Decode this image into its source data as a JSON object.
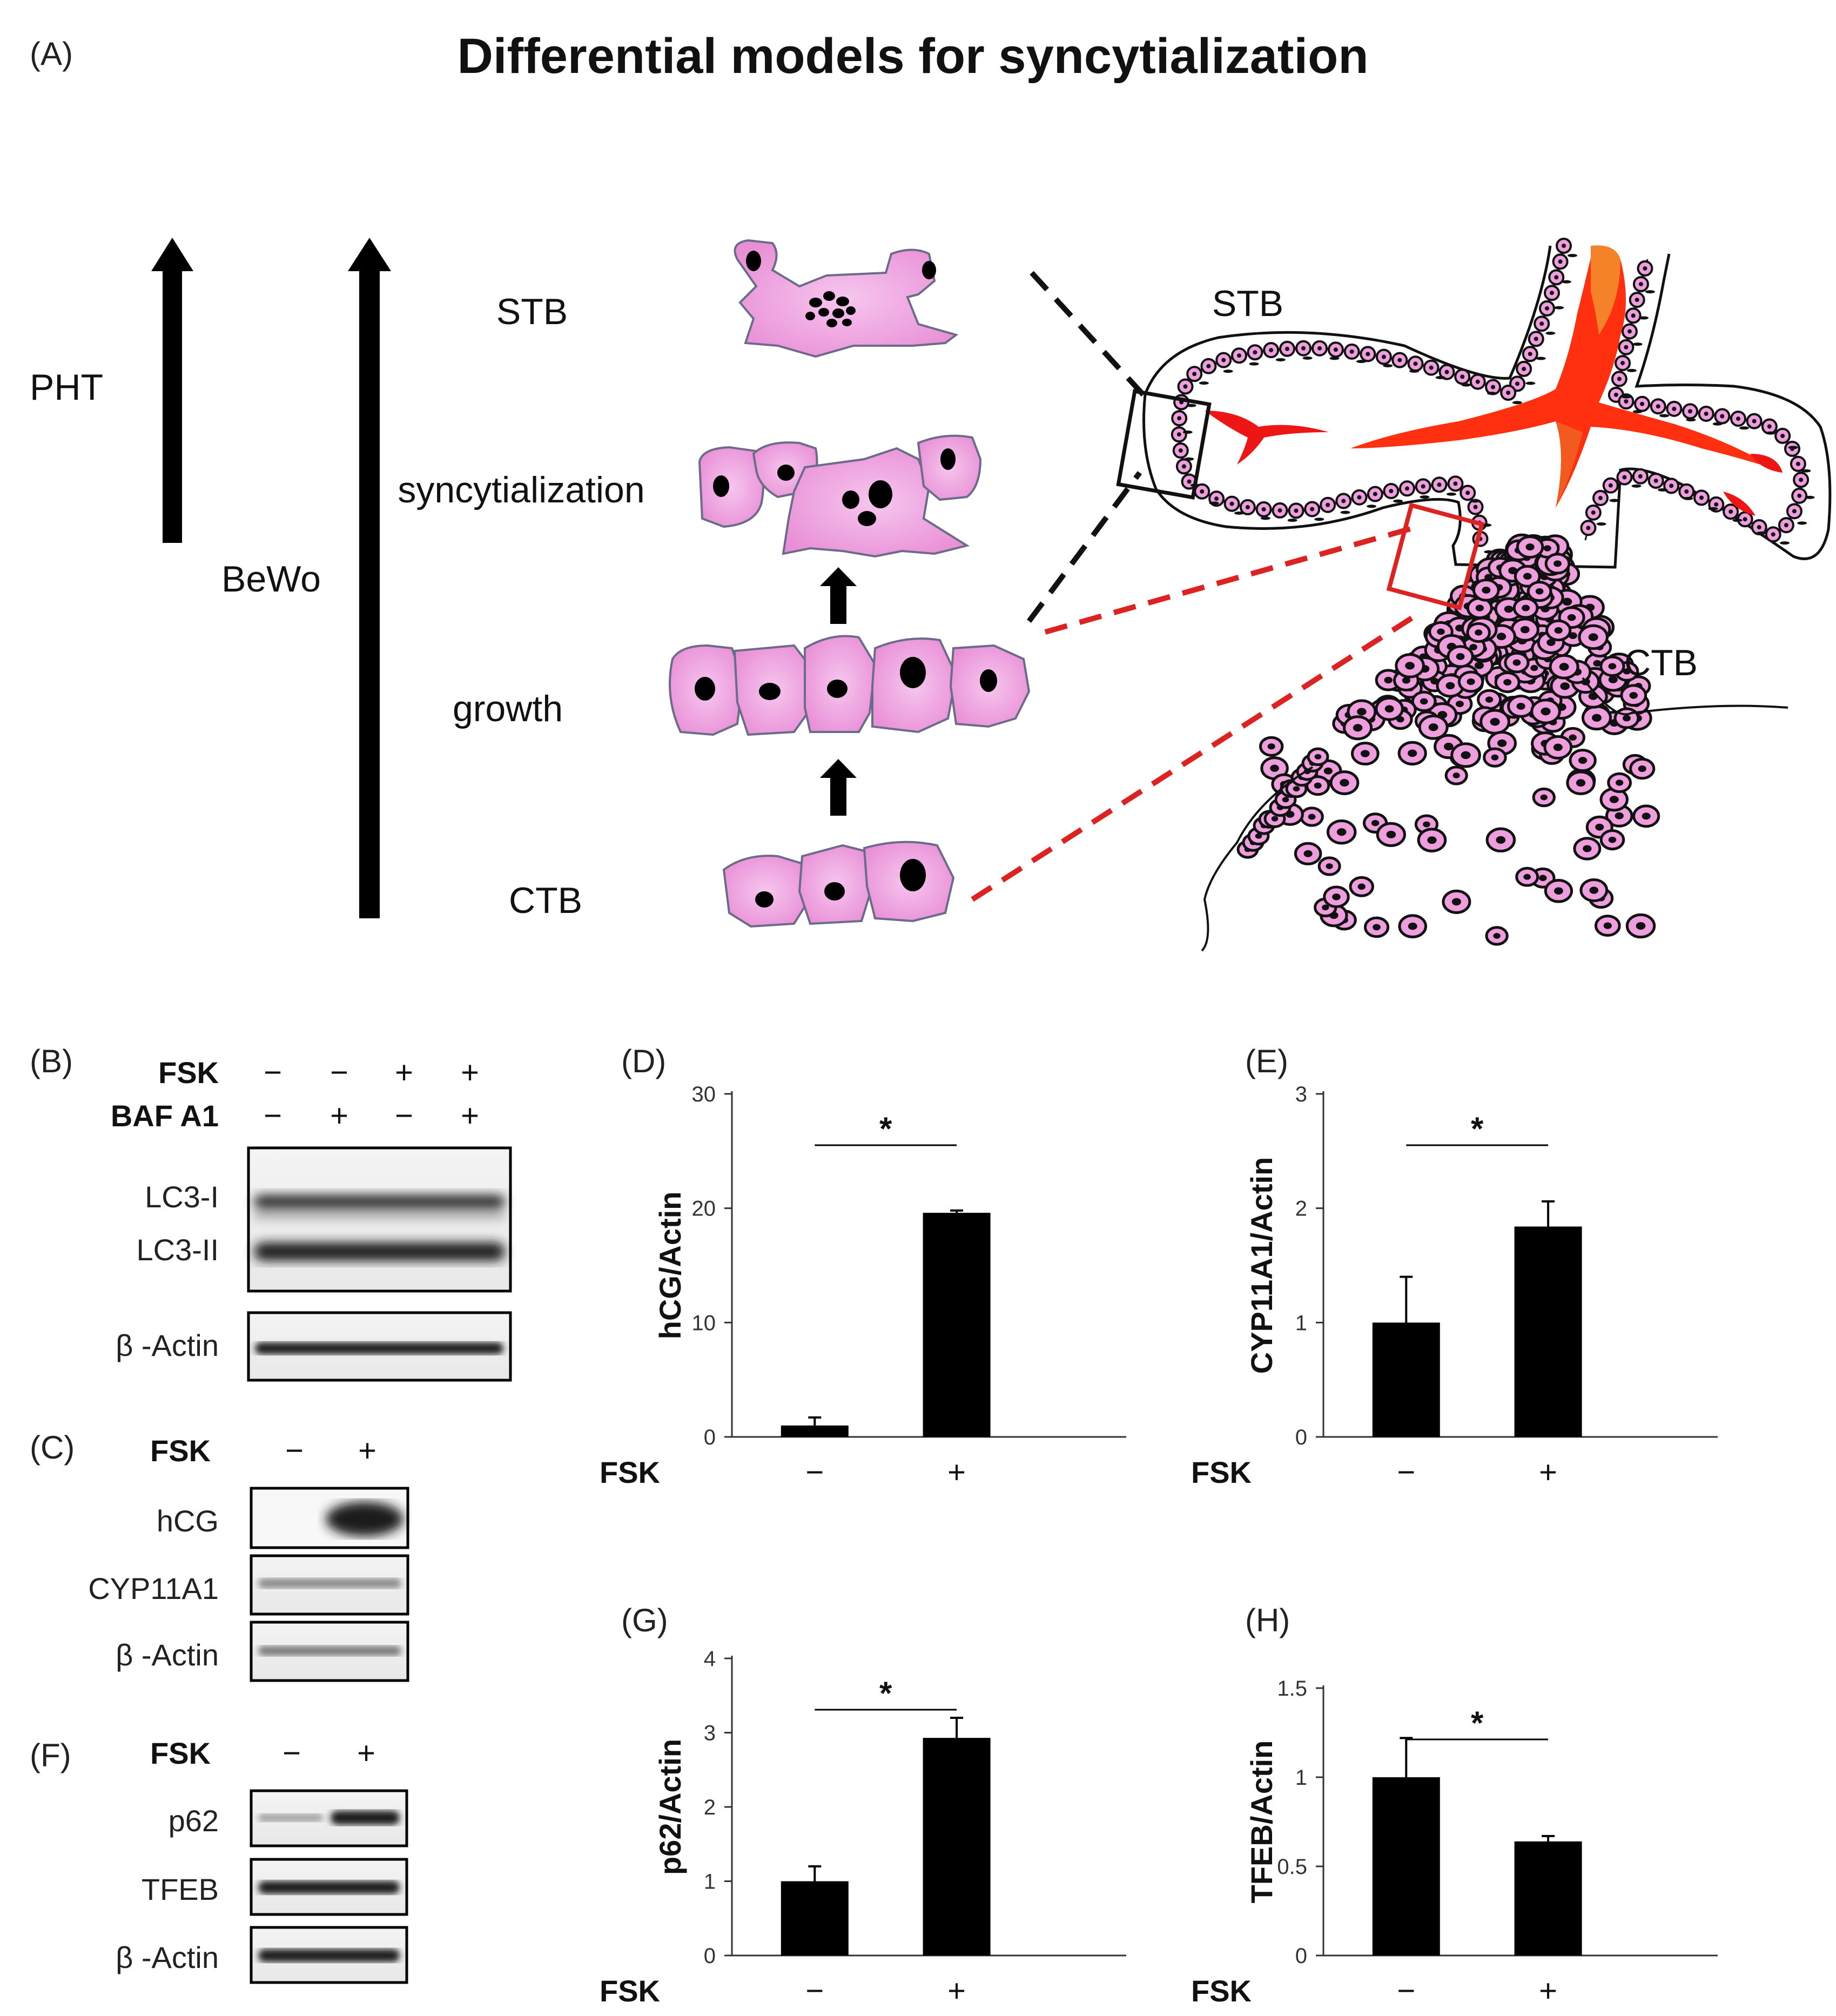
{
  "panel_a": {
    "label": "(A)",
    "title": "Differential models for syncytialization",
    "pht_label": "PHT",
    "bewo_label": "BeWo",
    "stages": [
      "STB",
      "syncytialization",
      "growth",
      "CTB"
    ],
    "villus_stb_label": "STB",
    "villus_ctb_label": "CTB",
    "colors": {
      "cell_fill": "#ee9edc",
      "cell_stroke": "#6b6b8a",
      "vessel": "#ee2020",
      "vessel_light": "#f07a20",
      "zoom_black": "#111111",
      "zoom_red": "#dd2222"
    }
  },
  "panel_b": {
    "label": "(B)",
    "treatments": [
      {
        "name": "FSK",
        "signs": [
          "−",
          "−",
          "+",
          "+"
        ]
      },
      {
        "name": "BAF A1",
        "signs": [
          "−",
          "+",
          "−",
          "+"
        ]
      }
    ],
    "bands": [
      "LC3-I",
      "LC3-II",
      "β -Actin"
    ]
  },
  "panel_c": {
    "label": "(C)",
    "treatment": "FSK",
    "signs": [
      "−",
      "+"
    ],
    "bands": [
      "hCG",
      "CYP11A1",
      "β -Actin"
    ]
  },
  "panel_f": {
    "label": "(F)",
    "treatment": "FSK",
    "signs": [
      "−",
      "+"
    ],
    "bands": [
      "p62",
      "TFEB",
      "β -Actin"
    ]
  },
  "chart_data": [
    {
      "panel": "(D)",
      "type": "bar",
      "categories": [
        "−",
        "+"
      ],
      "values": [
        1,
        19.6
      ],
      "errors": [
        0.7,
        0.2
      ],
      "ylabel": "hCG/Actin",
      "xlabel": "FSK",
      "yticks": [
        "0",
        "10",
        "20",
        "30"
      ],
      "ylim": [
        0,
        30
      ],
      "significance": "*"
    },
    {
      "panel": "(E)",
      "type": "bar",
      "categories": [
        "−",
        "+"
      ],
      "values": [
        1,
        1.84
      ],
      "errors": [
        0.4,
        0.22
      ],
      "ylabel": "CYP11A1/Actin",
      "xlabel": "FSK",
      "yticks": [
        "0",
        "1",
        "2",
        "3"
      ],
      "ylim": [
        0,
        3
      ],
      "significance": "*"
    },
    {
      "panel": "(G)",
      "type": "bar",
      "categories": [
        "−",
        "+"
      ],
      "values": [
        1,
        2.93
      ],
      "errors": [
        0.2,
        0.27
      ],
      "ylabel": "p62/Actin",
      "xlabel": "FSK",
      "yticks": [
        "0",
        "1",
        "2",
        "3",
        "4"
      ],
      "ylim": [
        0,
        4
      ],
      "significance": "*"
    },
    {
      "panel": "(H)",
      "type": "bar",
      "categories": [
        "−",
        "+"
      ],
      "values": [
        1,
        0.64
      ],
      "errors": [
        0.22,
        0.03
      ],
      "ylabel": "TFEB/Actin",
      "xlabel": "FSK",
      "yticks": [
        "0",
        "0.5",
        "1",
        "1.5"
      ],
      "ylim": [
        0,
        1.5
      ],
      "significance": "*"
    }
  ]
}
